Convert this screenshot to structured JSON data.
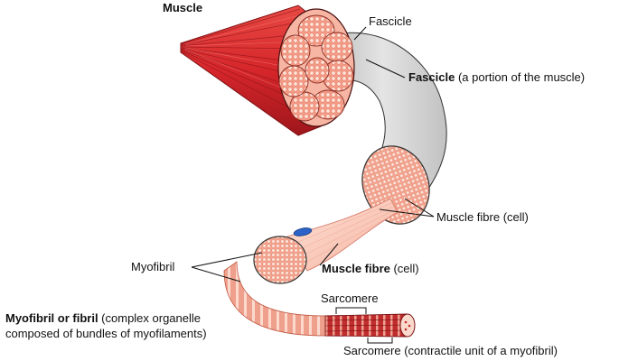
{
  "labels": {
    "muscle": "Muscle",
    "fascicle_callout": "Fascicle",
    "fascicle_title": "Fascicle",
    "fascicle_desc": " (a portion of the muscle)",
    "muscle_fibre_callout": "Muscle fibre (cell)",
    "muscle_fibre_title": "Muscle fibre",
    "muscle_fibre_desc": " (cell)",
    "myofibril_callout": "Myofibril",
    "myofibril_title": "Myofibril or fibril",
    "myofibril_desc_1": " (complex organelle",
    "myofibril_desc_2": "composed of bundles of myofilaments)",
    "sarcomere_callout": "Sarcomere",
    "sarcomere_title": "Sarcomere",
    "sarcomere_desc": " (contractile unit of a myofibril)"
  },
  "colors": {
    "muscle_red": "#d6262b",
    "muscle_dark": "#a0181c",
    "fascicle_gray": "#d6d6d6",
    "tissue_pink": "#f4a592",
    "tissue_light": "#fbd3c5",
    "fibre_dark": "#b01f24",
    "nucleus_blue": "#2b63c9"
  }
}
